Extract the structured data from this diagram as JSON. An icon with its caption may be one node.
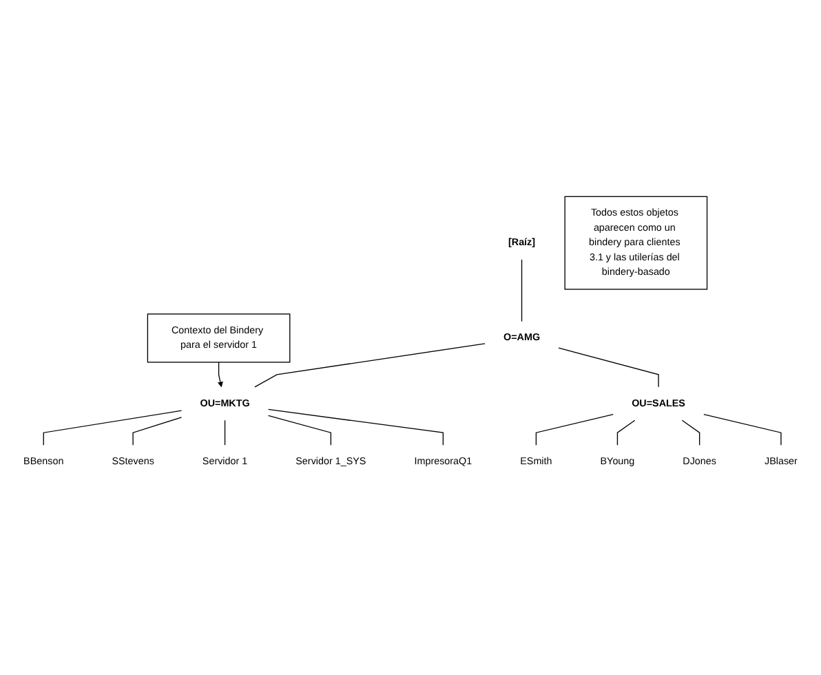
{
  "diagram": {
    "nodes": [
      {
        "text": [
          "[Raíz]"
        ]
      },
      {
        "text": [
          "O=AMG"
        ]
      },
      {
        "text": [
          "OU=MKTG"
        ]
      },
      {
        "text": [
          "Contexto del Bindery para el servidor 1"
        ]
      },
      {
        "text": [
          "OU=SALES"
        ]
      },
      {
        "text": [
          "BBenson"
        ]
      },
      {
        "text": [
          "SStevens"
        ]
      },
      {
        "text": [
          "Servidor 1"
        ]
      },
      {
        "text": [
          "Servidor 1_SYS"
        ]
      },
      {
        "text": [
          "ImpresoraQ1"
        ]
      },
      {
        "text": [
          "Todos estos objetos aparecen como un bindery para clientes 3.1 y las utilerías del bindery-basado"
        ]
      },
      {
        "text": [
          "ESmith"
        ]
      },
      {
        "text": [
          "BYoung"
        ]
      },
      {
        "text": [
          "DJones"
        ]
      },
      {
        "text": [
          "JBlaser"
        ]
      }
    ],
    "edges": [
      {
        "from": 0,
        "to": 1,
        "arrow": "none"
      },
      {
        "from": 1,
        "to": 2,
        "arrow": "none"
      },
      {
        "from": 1,
        "to": 4,
        "arrow": "none"
      },
      {
        "from": 3,
        "to": 2,
        "arrow": "to"
      },
      {
        "from": 2,
        "to": 5,
        "arrow": "none"
      },
      {
        "from": 2,
        "to": 6,
        "arrow": "none"
      },
      {
        "from": 2,
        "to": 7,
        "arrow": "none"
      },
      {
        "from": 2,
        "to": 8,
        "arrow": "none"
      },
      {
        "from": 2,
        "to": 9,
        "arrow": "none"
      },
      {
        "from": 4,
        "to": 11,
        "arrow": "none"
      },
      {
        "from": 4,
        "to": 12,
        "arrow": "none"
      },
      {
        "from": 4,
        "to": 13,
        "arrow": "none"
      },
      {
        "from": 4,
        "to": 14,
        "arrow": "none"
      }
    ]
  }
}
